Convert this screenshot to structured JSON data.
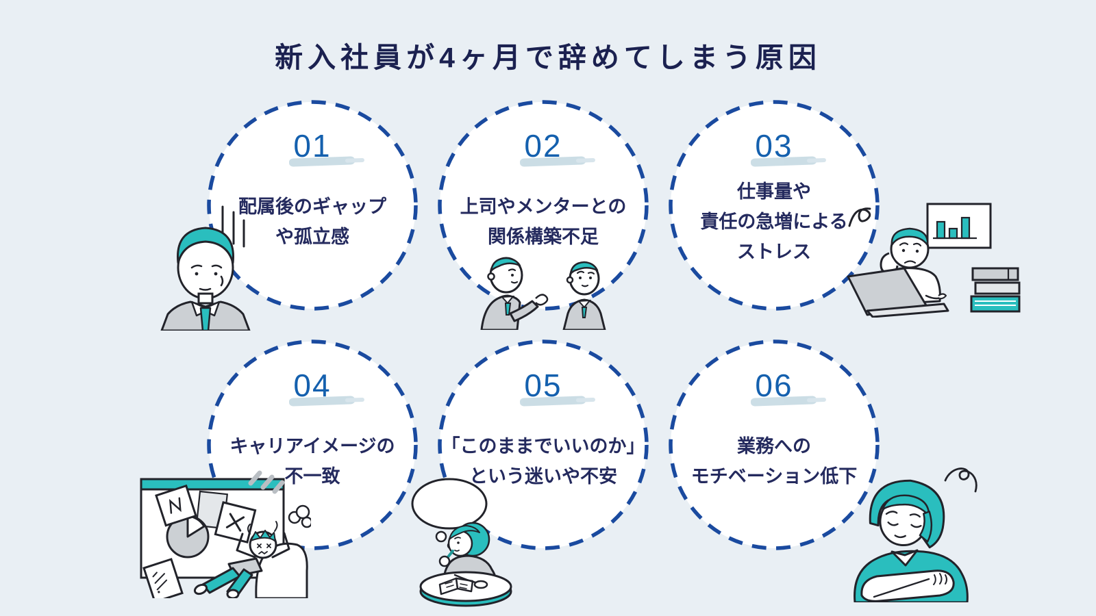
{
  "title": "新入社員が4ヶ月で辞めてしまう原因",
  "colors": {
    "background": "#e9eff4",
    "circle_fill": "#ffffff",
    "dashed_ring_blue": "#1a4a9f",
    "number_blue": "#1460ae",
    "number_brush_underline": "#c6dae3",
    "text_navy": "#242a5e",
    "title_navy": "#1b2150",
    "illustration_teal": "#2abebe",
    "illustration_gray": "#ccd0d4",
    "outline_black": "#22232a"
  },
  "items": [
    {
      "number": "01",
      "lines": [
        "配属後のギャップ",
        "や孤立感"
      ],
      "icon": "sad-new-employee-illustration"
    },
    {
      "number": "02",
      "lines": [
        "上司やメンターとの",
        "関係構築不足"
      ],
      "icon": "two-businessmen-talking-illustration"
    },
    {
      "number": "03",
      "lines": [
        "仕事量や",
        "責任の急増による",
        "ストレス"
      ],
      "icon": "stressed-worker-laptop-illustration"
    },
    {
      "number": "04",
      "lines": [
        "キャリアイメージの",
        "不一致"
      ],
      "icon": "frustrated-worker-illustration"
    },
    {
      "number": "05",
      "lines": [
        "「このままでいいのか」",
        "という迷いや不安"
      ],
      "icon": "pondering-reader-illustration"
    },
    {
      "number": "06",
      "lines": [
        "業務への",
        "モチベーション低下"
      ],
      "icon": "demotivated-worker-illustration"
    }
  ]
}
